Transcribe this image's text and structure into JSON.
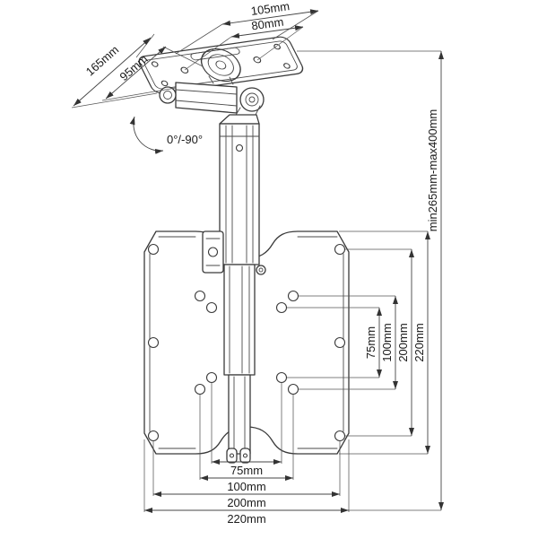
{
  "figure": {
    "type": "technical-dimension-diagram",
    "subject": "ceiling TV mount with tilting joint, telescoping column and VESA plate",
    "accent_color": "#3a3a3a",
    "labels": {
      "top_width": "105mm",
      "top_hole_spacing": "80mm",
      "side_depth": "165mm",
      "side_hole_spacing": "95mm",
      "tilt_range": "0°/-90°",
      "height_range": "min265mm-max400mm",
      "vesa_vertical": {
        "d75": "75mm",
        "d100": "100mm",
        "d200": "200mm",
        "d220": "220mm"
      },
      "vesa_horizontal": {
        "d75": "75mm",
        "d100": "100mm",
        "d200": "200mm",
        "d220": "220mm"
      }
    }
  }
}
